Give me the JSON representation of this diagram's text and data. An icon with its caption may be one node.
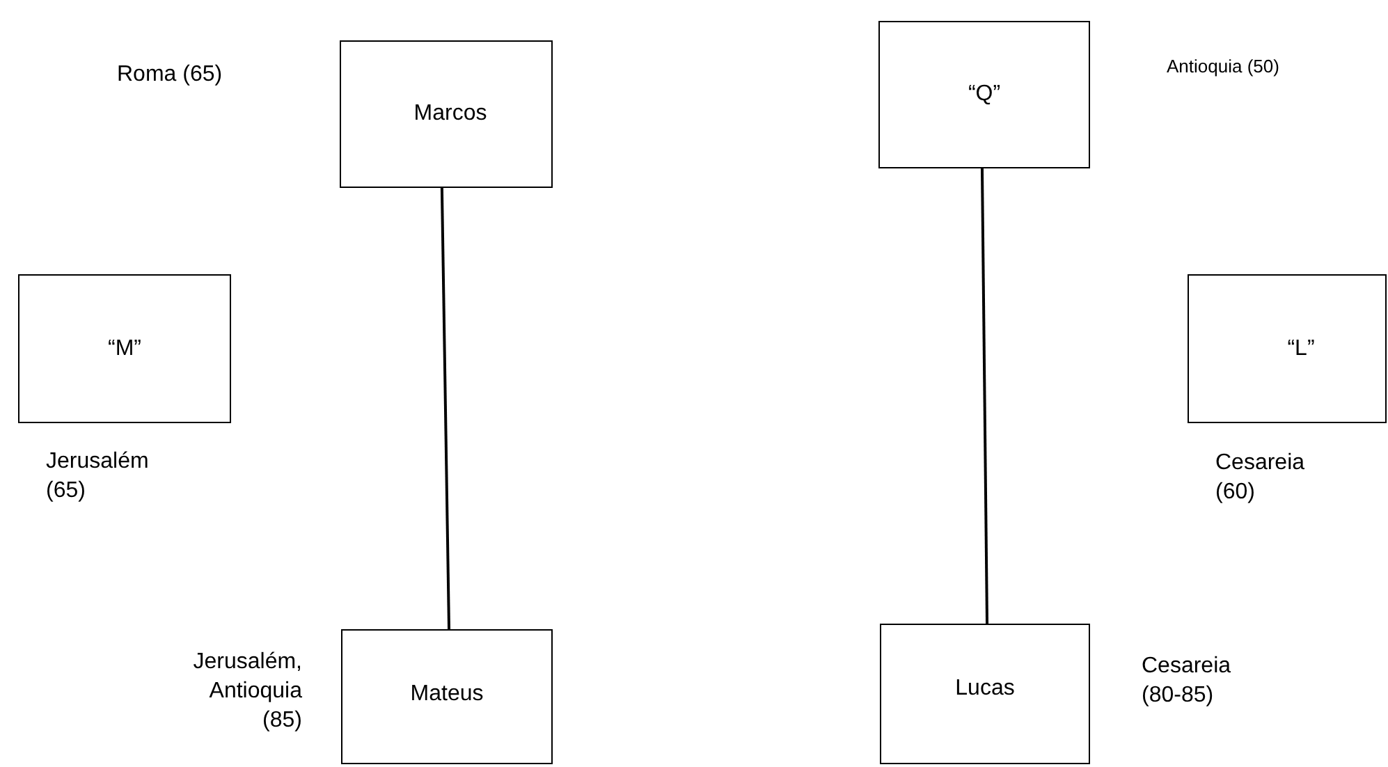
{
  "diagram": {
    "nodes": [
      {
        "text": [
          "Marcos"
        ]
      },
      {
        "text": [
          "“M”"
        ],
        "beside": [
          "Jerusalém (65)"
        ]
      },
      {
        "text": [
          "Mateus"
        ],
        "beside": [
          "Jerusalém, Antioquia (85)"
        ]
      },
      {
        "text": [
          "“Q”"
        ]
      },
      {
        "text": [
          "“L”"
        ],
        "beside": [
          "Cesareia (60)"
        ]
      },
      {
        "text": [
          "Lucas"
        ],
        "beside": [
          "Cesareia (80-85)"
        ]
      }
    ],
    "edges": [
      {
        "from": 0,
        "to": 2,
        "arrow": "none"
      },
      {
        "from": 3,
        "to": 5,
        "arrow": "none"
      }
    ],
    "labels": [
      "Roma (65)",
      "Antioquia (50)"
    ]
  }
}
